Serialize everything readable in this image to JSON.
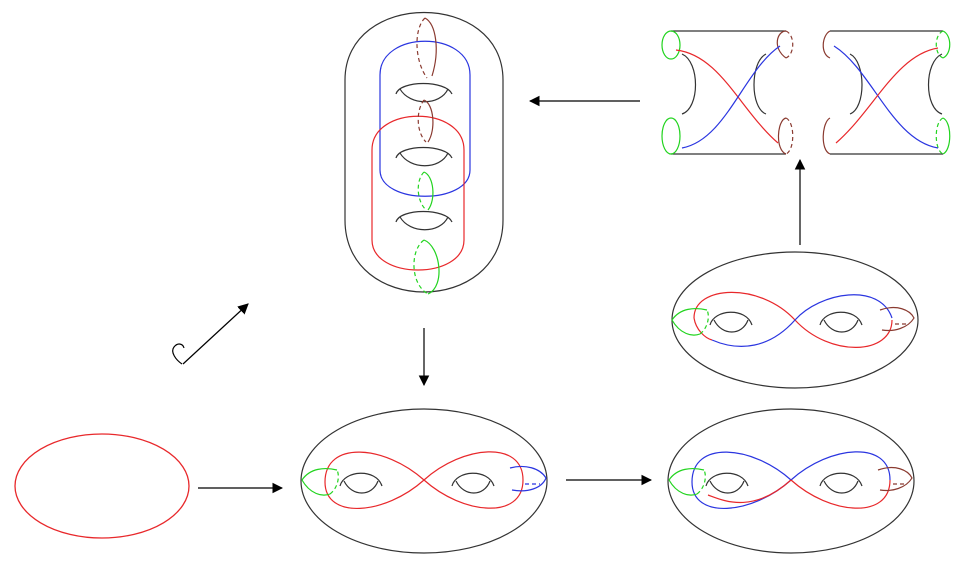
{
  "diagram": {
    "description_text": [],
    "colors": {
      "outline": "#333333",
      "red": "#e8282b",
      "blue": "#2a35e0",
      "green": "#22d41f",
      "brown": "#8a3a30",
      "arrow": "#000000"
    },
    "figures": [
      "red-ellipse",
      "genus-two-surface-bottom-middle",
      "genus-two-surface-bottom-right",
      "genus-two-surface-right",
      "cut-surface-pieces-top-right",
      "genus-three-surface-vertical",
      "hook-arrow"
    ],
    "arrows": [
      "ellipse-to-surface",
      "surface-to-surface",
      "right-surface-up",
      "pieces-to-vertical",
      "vertical-down",
      "hook-arrow-diagonal"
    ]
  }
}
